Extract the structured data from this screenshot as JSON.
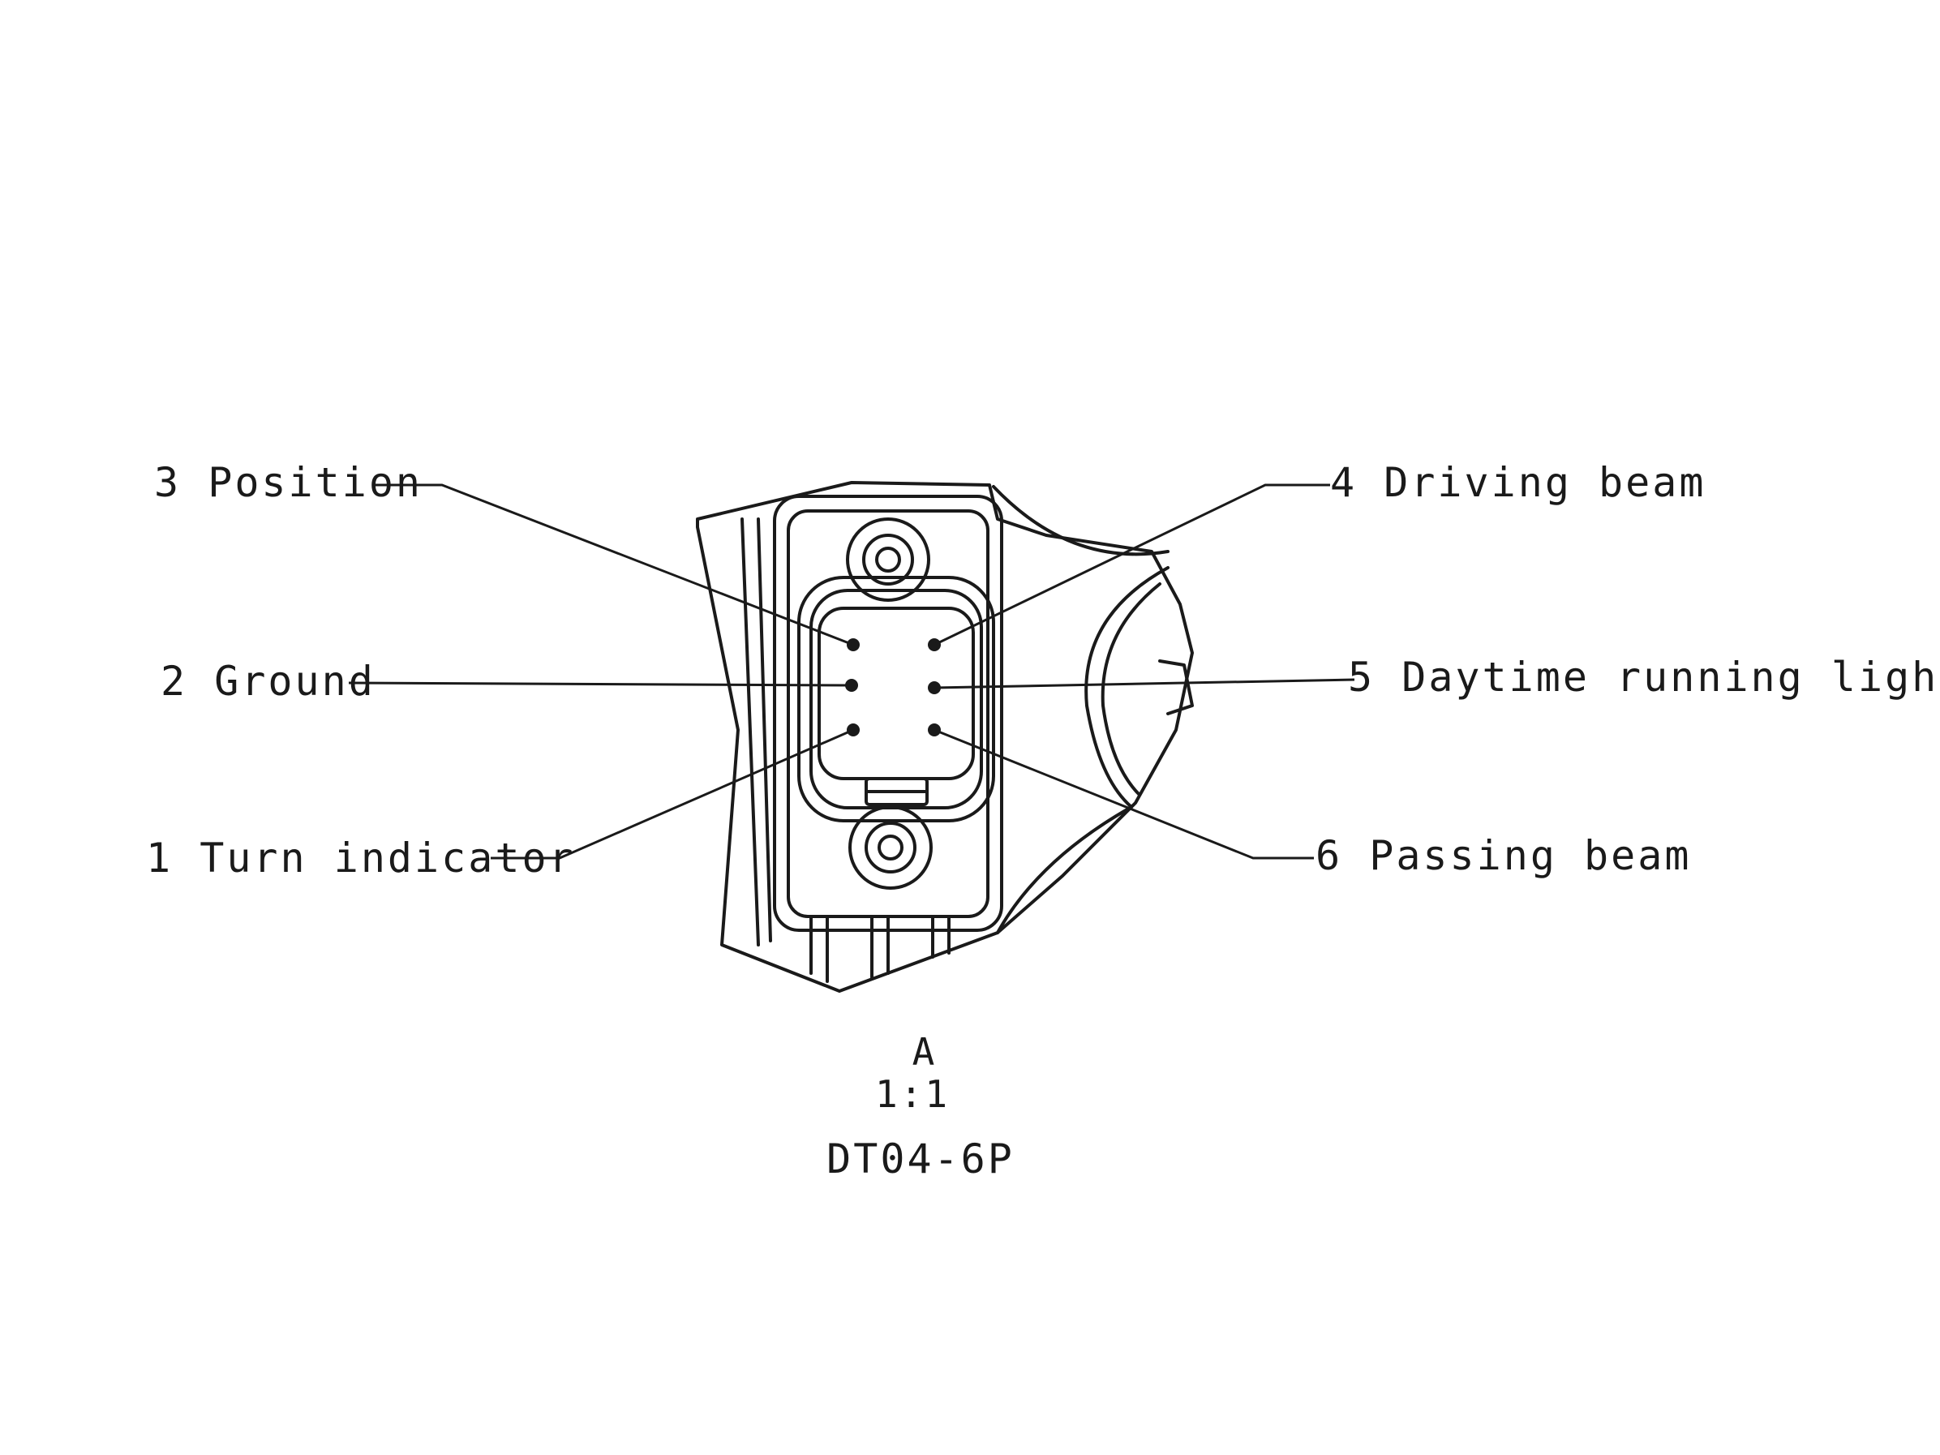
{
  "pins": [
    {
      "number": "3",
      "name": "Position"
    },
    {
      "number": "2",
      "name": "Ground"
    },
    {
      "number": "1",
      "name": "Turn indicator"
    },
    {
      "number": "4",
      "name": "Driving beam"
    },
    {
      "number": "5",
      "name": "Daytime running light"
    },
    {
      "number": "6",
      "name": "Passing beam"
    }
  ],
  "caption": {
    "view": "A",
    "scale": "1:1",
    "connector": "DT04-6P"
  }
}
